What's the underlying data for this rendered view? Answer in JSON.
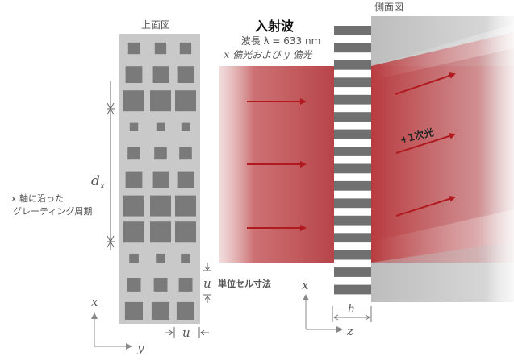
{
  "top_view": {
    "title": "上面図",
    "period_label": "x 軸に沿った",
    "period_label_2": "グレーティング周期",
    "period_symbol": "d",
    "period_sub": "x",
    "unit_symbol": "u",
    "unit_label": "単位セル寸法",
    "bottom_unit_symbol": "u",
    "axis_x": "x",
    "axis_y": "y"
  },
  "side_view": {
    "title": "側面図",
    "thickness_symbol": "h",
    "axis_x": "x",
    "axis_z": "z"
  },
  "incident_wave": {
    "title": "入射波",
    "wavelength_label": "波長 λ = 633 nm",
    "polarization_x": "x",
    "polarization_text_1": "偏光および",
    "polarization_y": "y",
    "polarization_text_2": "偏光"
  },
  "diffracted": {
    "label": "+1次光"
  },
  "colors": {
    "beam": "#c0282d",
    "arrow": "#b01a1f",
    "pillar": "#7a7a7a",
    "substrate": "#c9c9c9",
    "grating_bar": "#707070"
  },
  "pillar_rows_relative_size": [
    0.55,
    0.8,
    1.0,
    0.4,
    0.6,
    0.8,
    1.0,
    1.0,
    0.45,
    0.65,
    0.85
  ]
}
